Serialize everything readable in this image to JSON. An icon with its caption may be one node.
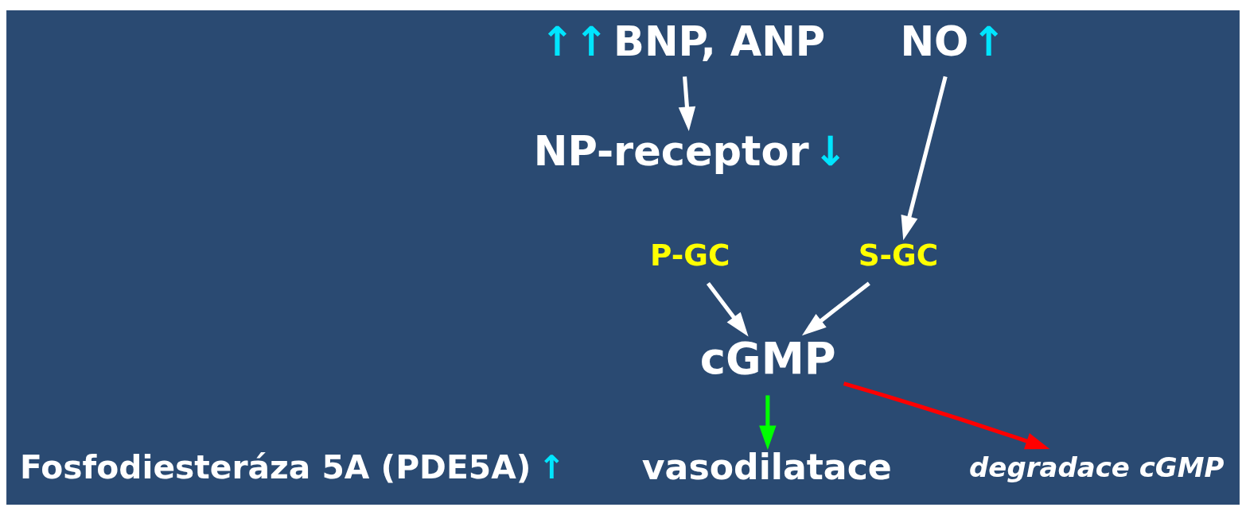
{
  "diagram": {
    "nodes": [
      {
        "text": [
          "BNP, ANP"
        ],
        "beside": [
          "↑↑"
        ]
      },
      {
        "text": [
          "NO"
        ],
        "beside": [
          "↑"
        ]
      },
      {
        "text": [
          "NP-receptor"
        ],
        "beside": [
          "↓"
        ]
      },
      {
        "text": [
          "P-GC"
        ]
      },
      {
        "text": [
          "S-GC"
        ]
      },
      {
        "text": [
          "cGMP"
        ]
      },
      {
        "text": [
          "Fosfodiesteráza 5A (PDE5A)"
        ],
        "beside": [
          "↑"
        ]
      },
      {
        "text": [
          "vasodilatace"
        ]
      },
      {
        "text": [
          "degradace cGMP"
        ]
      }
    ],
    "edges": [
      {
        "from": 0,
        "to": 2,
        "arrow": "to"
      },
      {
        "from": 1,
        "to": 4,
        "arrow": "to"
      },
      {
        "from": 3,
        "to": 5,
        "arrow": "to"
      },
      {
        "from": 4,
        "to": 5,
        "arrow": "to"
      },
      {
        "from": 5,
        "to": 7,
        "arrow": "to",
        "color": "#00ff00"
      },
      {
        "from": 5,
        "to": 8,
        "arrow": "to",
        "color": "#ff0000"
      }
    ]
  }
}
